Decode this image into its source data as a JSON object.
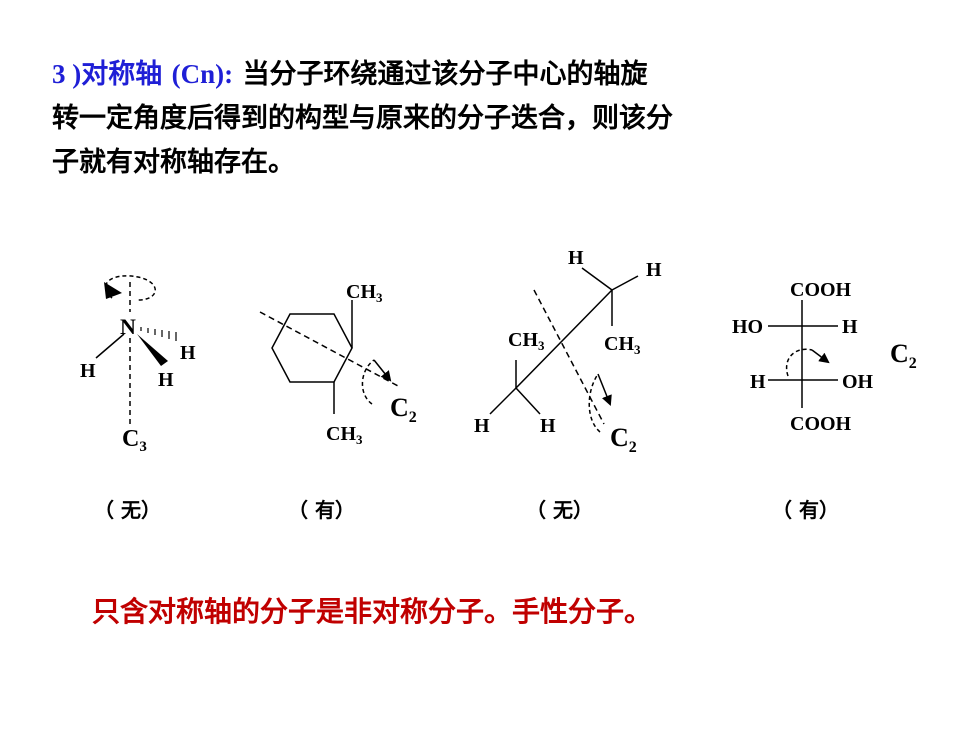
{
  "heading": {
    "number": "3 )",
    "term": "对称轴",
    "symbol": "(Cn):",
    "line1": "当分子环绕通过该分子中心的轴旋",
    "line2": "转一定角度后得到的构型与原来的分子迭合，则该分",
    "line3": "子就有对称轴存在。"
  },
  "structures": [
    {
      "atoms": {
        "n": "N",
        "h_left": "H",
        "h_right": "H",
        "h_front": "H"
      },
      "axis_label": "C",
      "axis_sub": "3",
      "verdict": "（ 无）"
    },
    {
      "atoms": {
        "ch3_top": "CH",
        "ch3_top_sub": "3",
        "ch3_bottom": "CH",
        "ch3_bottom_sub": "3"
      },
      "axis_label": "C",
      "axis_sub": "2",
      "verdict": "（ 有）"
    },
    {
      "atoms": {
        "h_top1": "H",
        "h_top2": "H",
        "ch3_left": "CH",
        "ch3_left_sub": "3",
        "ch3_right": "CH",
        "ch3_right_sub": "3",
        "h_bottom1": "H",
        "h_bottom2": "H"
      },
      "axis_label": "C",
      "axis_sub": "2",
      "verdict": "（ 无）"
    },
    {
      "atoms": {
        "cooh_top": "COOH",
        "ho": "HO",
        "h_right": "H",
        "h_left": "H",
        "oh": "OH",
        "cooh_bottom": "COOH"
      },
      "axis_label": "C",
      "axis_sub": "2",
      "verdict": "（ 有）"
    }
  ],
  "conclusion": "只含对称轴的分子是非对称分子。手性分子。"
}
